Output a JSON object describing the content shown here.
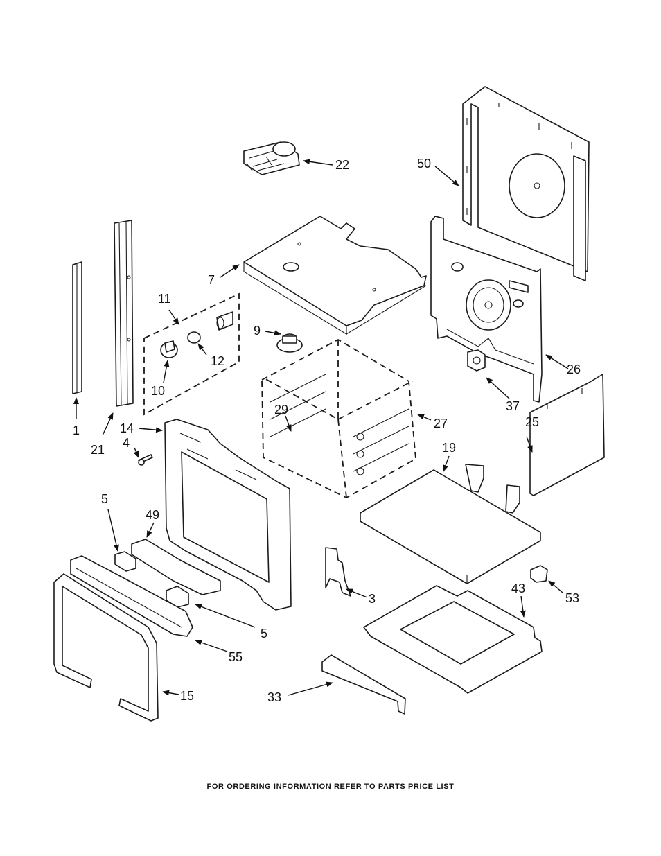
{
  "callouts": {
    "c1": "1",
    "c3": "3",
    "c4": "4",
    "c5a": "5",
    "c5b": "5",
    "c7": "7",
    "c9": "9",
    "c10": "10",
    "c11": "11",
    "c12": "12",
    "c14": "14",
    "c15": "15",
    "c19": "19",
    "c21": "21",
    "c22": "22",
    "c25": "25",
    "c26": "26",
    "c27": "27",
    "c29": "29",
    "c33": "33",
    "c37": "37",
    "c43": "43",
    "c49": "49",
    "c50": "50",
    "c53": "53",
    "c55": "55"
  },
  "footer": {
    "text": "FOR ORDERING INFORMATION REFER TO PARTS PRICE LIST"
  }
}
